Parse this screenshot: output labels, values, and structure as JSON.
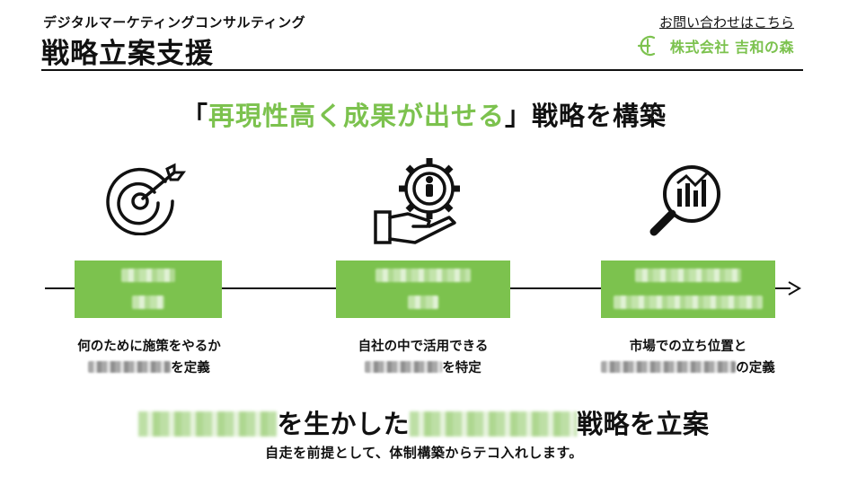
{
  "header": {
    "subtitle": "デジタルマーケティングコンサルティング",
    "title": "戦略立案支援",
    "contact_link": "お問い合わせはこちら",
    "company_name": "株式会社 吉和の森"
  },
  "headline": {
    "open_bracket": "「",
    "highlight": "再現性高く成果が出せる",
    "close_bracket": "」",
    "rest": "戦略を構築"
  },
  "steps": [
    {
      "icon": "target-icon",
      "line1": "何のために施策をやるか",
      "line2_suffix": "を定義"
    },
    {
      "icon": "gear-hand-icon",
      "line1": "自社の中で活用できる",
      "line2_suffix": "を特定"
    },
    {
      "icon": "chart-magnifier-icon",
      "line1": "市場での立ち位置と",
      "line2_suffix": "の定義"
    }
  ],
  "conclusion": {
    "part1": "を生かした",
    "part2": "戦略を立案",
    "footnote": "自走を前提として、体制構築からテコ入れします。"
  },
  "colors": {
    "accent": "#7cc24e",
    "text": "#111111"
  }
}
